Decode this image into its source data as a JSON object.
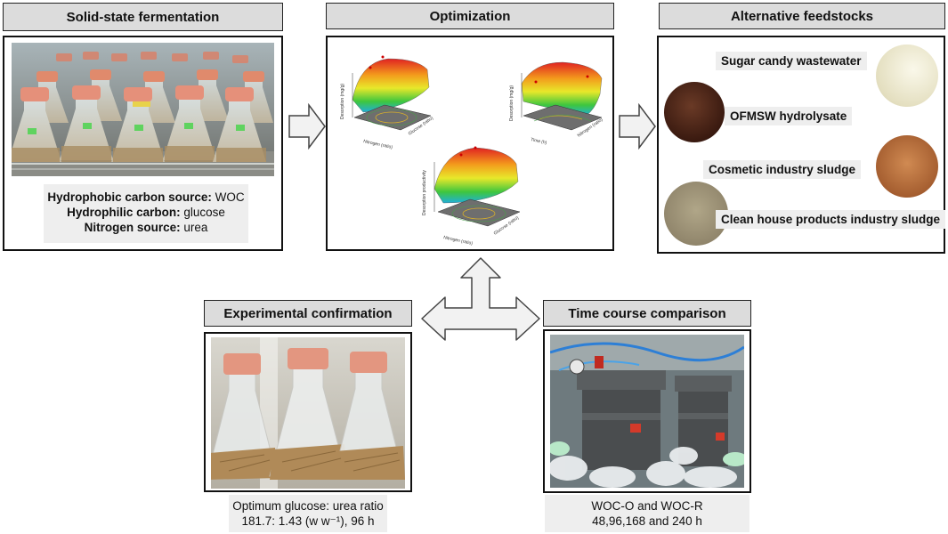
{
  "panels": {
    "solid_state": {
      "title": "Solid-state fermentation",
      "caption": {
        "line1_label": "Hydrophobic carbon source:",
        "line1_value": " WOC",
        "line2_label": "Hydrophilic carbon:",
        "line2_value": " glucose",
        "line3_label": "Nitrogen source:",
        "line3_value": " urea"
      }
    },
    "optimization": {
      "title": "Optimization",
      "plot1": {
        "xlabel": "Nitrogen (ratio)",
        "ylabel": "Glucose (ratio)",
        "zlabel": "Desorption (mg/g)"
      },
      "plot2": {
        "xlabel": "Time (h)",
        "ylabel": "Nitrogen (ratio)",
        "zlabel": "Desorption (mg/g)"
      },
      "plot3": {
        "xlabel": "Nitrogen (ratio)",
        "ylabel": "Glucose (ratio)",
        "zlabel": "Desorption productivity"
      }
    },
    "feedstocks": {
      "title": "Alternative feedstocks",
      "items": [
        {
          "label": "Sugar candy wastewater",
          "color": "#ede9cf"
        },
        {
          "label": "OFMSW hydrolysate",
          "color": "#4a2418"
        },
        {
          "label": "Cosmetic industry sludge",
          "color": "#b36a3c"
        },
        {
          "label": "Clean house products industry sludge",
          "color": "#9a8e74"
        }
      ]
    },
    "confirmation": {
      "title": "Experimental  confirmation",
      "caption_line1": "Optimum glucose: urea ratio",
      "caption_line2": "181.7: 1.43 (w w⁻¹), 96 h"
    },
    "time_course": {
      "title": "Time course comparison",
      "caption_line1": "WOC-O and WOC-R",
      "caption_line2": "48,96,168 and 240 h"
    }
  }
}
